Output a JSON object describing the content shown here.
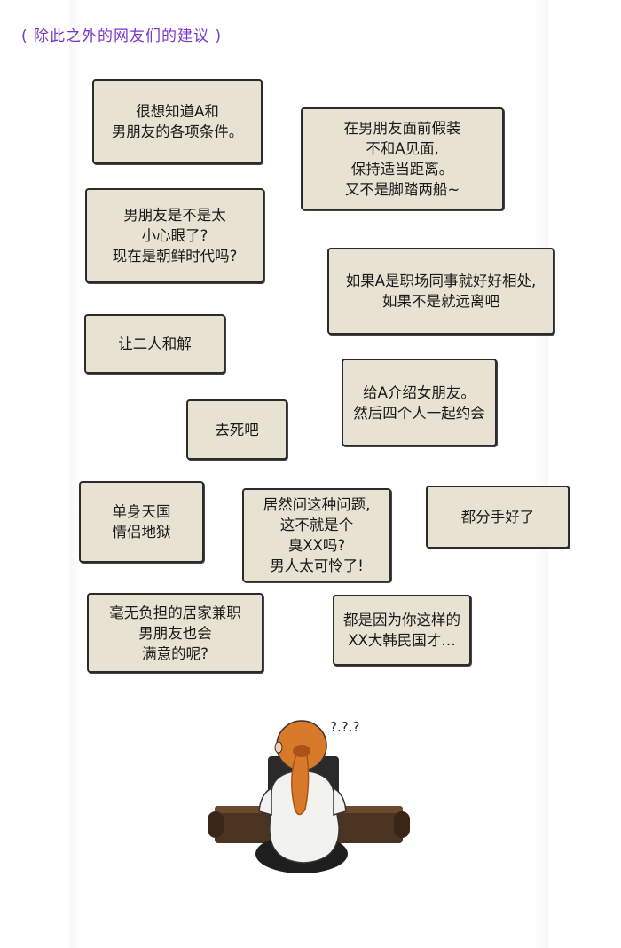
{
  "header": {
    "note": "( 除此之外的网友们的建议 )"
  },
  "bubbles": [
    {
      "id": "b1",
      "text": "很想知道A和\n男朋友的各项条件。"
    },
    {
      "id": "b2",
      "text": "在男朋友面前假装\n不和A见面,\n保持适当距离。\n又不是脚踏两船~"
    },
    {
      "id": "b3",
      "text": "男朋友是不是太\n小心眼了?\n现在是朝鲜时代吗?"
    },
    {
      "id": "b4",
      "text": "如果A是职场同事就好好相处,\n如果不是就远离吧"
    },
    {
      "id": "b5",
      "text": "让二人和解"
    },
    {
      "id": "b6",
      "text": "给A介绍女朋友。\n然后四个人一起约会"
    },
    {
      "id": "b7",
      "text": "去死吧"
    },
    {
      "id": "b8",
      "text": "单身天国\n情侣地狱"
    },
    {
      "id": "b9",
      "text": "居然问这种问题,\n这不就是个\n臭XX吗?\n男人太可怜了!"
    },
    {
      "id": "b10",
      "text": "都分手好了"
    },
    {
      "id": "b11",
      "text": "毫无负担的居家兼职\n男朋友也会\n满意的呢?"
    },
    {
      "id": "b12",
      "text": "都是因为你这样的\nXX大韩民国才…"
    }
  ],
  "illustration": {
    "caption": "?.?.?",
    "colors": {
      "hair": "#d9792a",
      "hair_dark": "#a9521a",
      "desk": "#4a3320",
      "desk_top": "#6b4a2e",
      "shirt": "#f2f2ee",
      "pants": "#1e1e1e",
      "skin": "#f1d2b0"
    }
  },
  "colors": {
    "bubble_fill": "#e8e2d3",
    "bubble_border": "#2b2b2b",
    "header_text": "#7a35c9"
  }
}
